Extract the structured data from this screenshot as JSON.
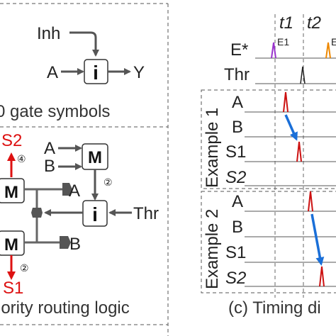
{
  "panel_a": {
    "inh": "Inh",
    "a": "A",
    "y": "Y",
    "gate": "i",
    "caption": "0 gate symbols"
  },
  "panel_b": {
    "s2": "S2",
    "s2_num": "④",
    "s1": "S1",
    "s1_num": "②",
    "in_a": "A",
    "in_b": "B",
    "m_label": "M",
    "gate": "i",
    "mid_num": "②",
    "a_tap": "A",
    "b_tap": "B",
    "thr": "Thr",
    "caption": "iority routing logic"
  },
  "panel_c": {
    "t1": "t1",
    "t2": "t2",
    "e1": "E1",
    "e_partial": "E",
    "e_star": "E*",
    "thr": "Thr",
    "ex1": "Example 1",
    "ex2": "Example 2",
    "ex1_rows": [
      "A",
      "B",
      "S1",
      "S2"
    ],
    "ex2_rows": [
      "A",
      "B",
      "S1",
      "S2"
    ],
    "caption": "(c) Timing di",
    "colors": {
      "purple": "#9933cc",
      "orange": "#ee8800",
      "red": "#cc1111",
      "blue": "#1a6fd8"
    }
  }
}
